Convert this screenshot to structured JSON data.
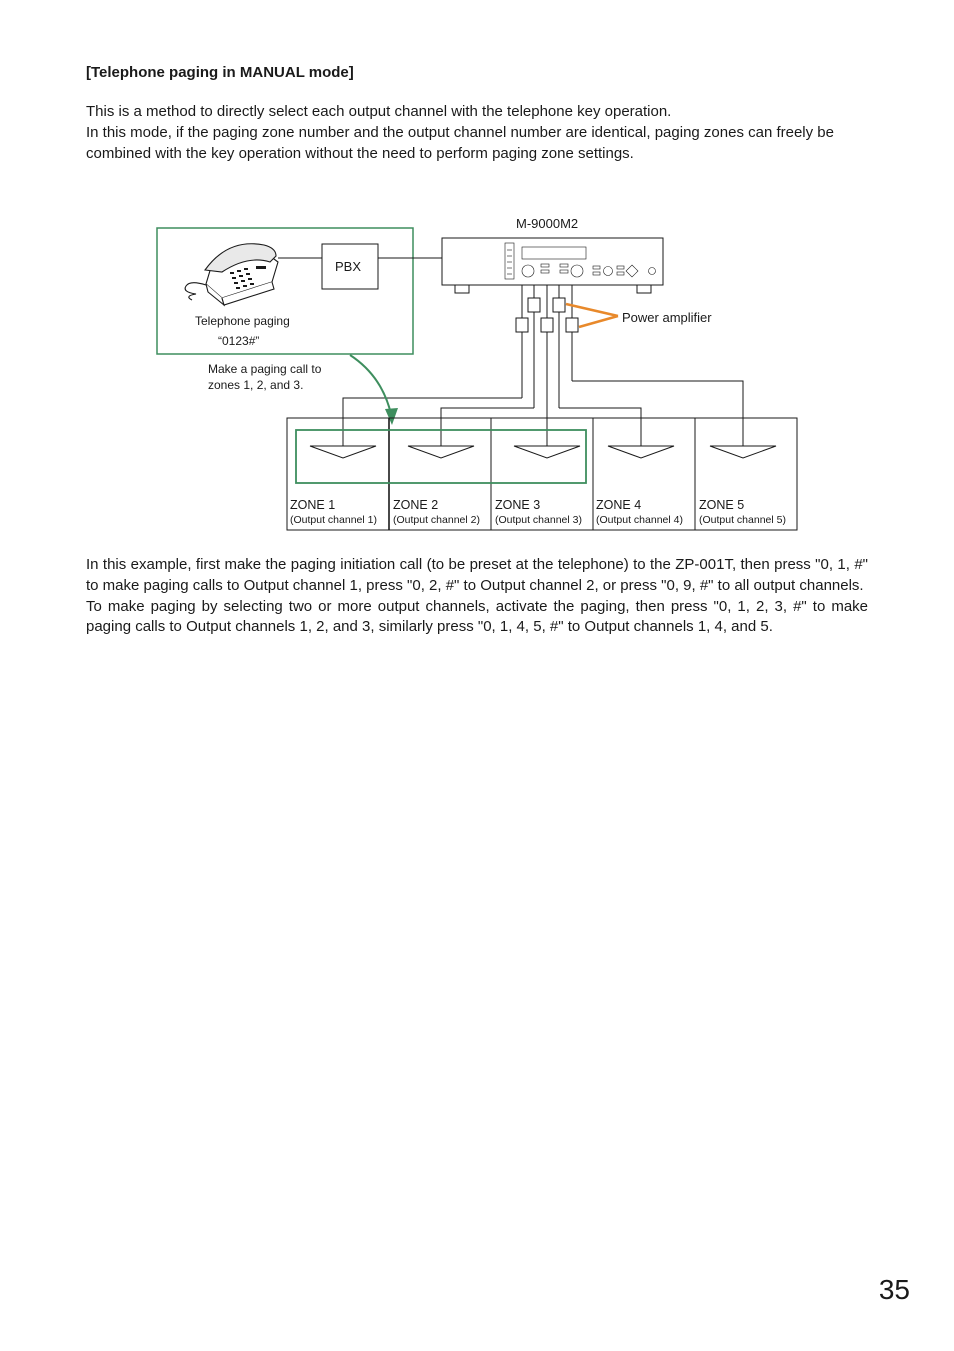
{
  "heading": "[Telephone paging in MANUAL mode]",
  "intro": [
    "This is a method to directly select each output channel with the telephone key operation.",
    "In this mode, if the paging zone number and the output channel number are identical, paging zones can freely be combined with the key operation without the need to perform paging zone settings."
  ],
  "diagram": {
    "device_label": "M-9000M2",
    "pbx_label": "PBX",
    "telephone_label": "Telephone paging",
    "telephone_code": "“0123#”",
    "call_note": [
      "Make a paging call to",
      "zones 1, 2, and 3."
    ],
    "amplifier_label": "Power amplifier",
    "zones": [
      {
        "name": "ZONE 1",
        "channel": "(Output channel 1)"
      },
      {
        "name": "ZONE 2",
        "channel": "(Output channel 2)"
      },
      {
        "name": "ZONE 3",
        "channel": "(Output channel 3)"
      },
      {
        "name": "ZONE 4",
        "channel": "(Output channel 4)"
      },
      {
        "name": "ZONE 5",
        "channel": "(Output channel 5)"
      }
    ],
    "colors": {
      "highlight": "#3e8e5e",
      "amplifier_arrow": "#e8892b"
    }
  },
  "example": [
    "In this example, first make the paging initiation call (to be preset at the telephone) to the ZP-001T, then press \"0, 1, #\" to make paging calls to Output channel 1, press \"0, 2, #\" to Output channel 2, or press \"0, 9, #\" to all output channels.",
    "To make paging by selecting two or more output channels, activate the paging, then press \"0, 1, 2, 3, #\" to make paging calls to Output channels 1, 2, and 3, similarly press \"0, 1, 4, 5, #\" to Output channels 1, 4, and 5."
  ],
  "page_number": "35"
}
